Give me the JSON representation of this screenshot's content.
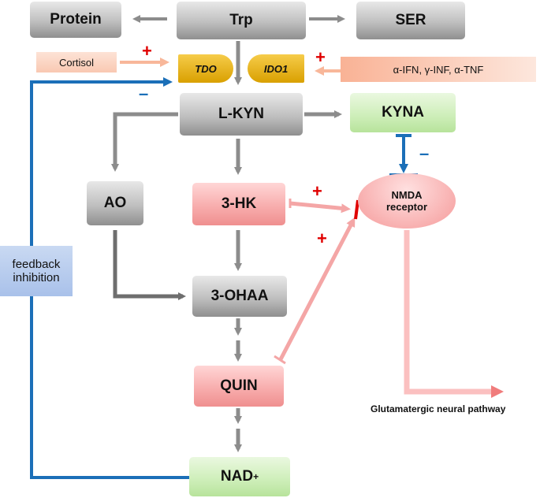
{
  "nodes": {
    "protein": "Protein",
    "trp": "Trp",
    "ser": "SER",
    "cortisol": "Cortisol",
    "tdo": "TDO",
    "ido1": "IDO1",
    "cytokines": "α-IFN, γ-INF, α-TNF",
    "lkyn": "L-KYN",
    "kyna": "KYNA",
    "ao": "AO",
    "hk": "3-HK",
    "nmda_line1": "NMDA",
    "nmda_line2": "receptor",
    "ohaa": "3-OHAA",
    "quin": "QUIN",
    "nad": "NAD",
    "nad_sup": "+",
    "feedback_line1": "feedback",
    "feedback_line2": "inhibition",
    "glutamatergic": "Glutamatergic neural pathway"
  },
  "signs": {
    "plus": "+",
    "minus": "–"
  },
  "colors": {
    "gray_arrow": "#8c8c8c",
    "pink_arrow": "#f4a6a6",
    "blue_line": "#1b6fb8",
    "red_sign": "#e00000"
  }
}
